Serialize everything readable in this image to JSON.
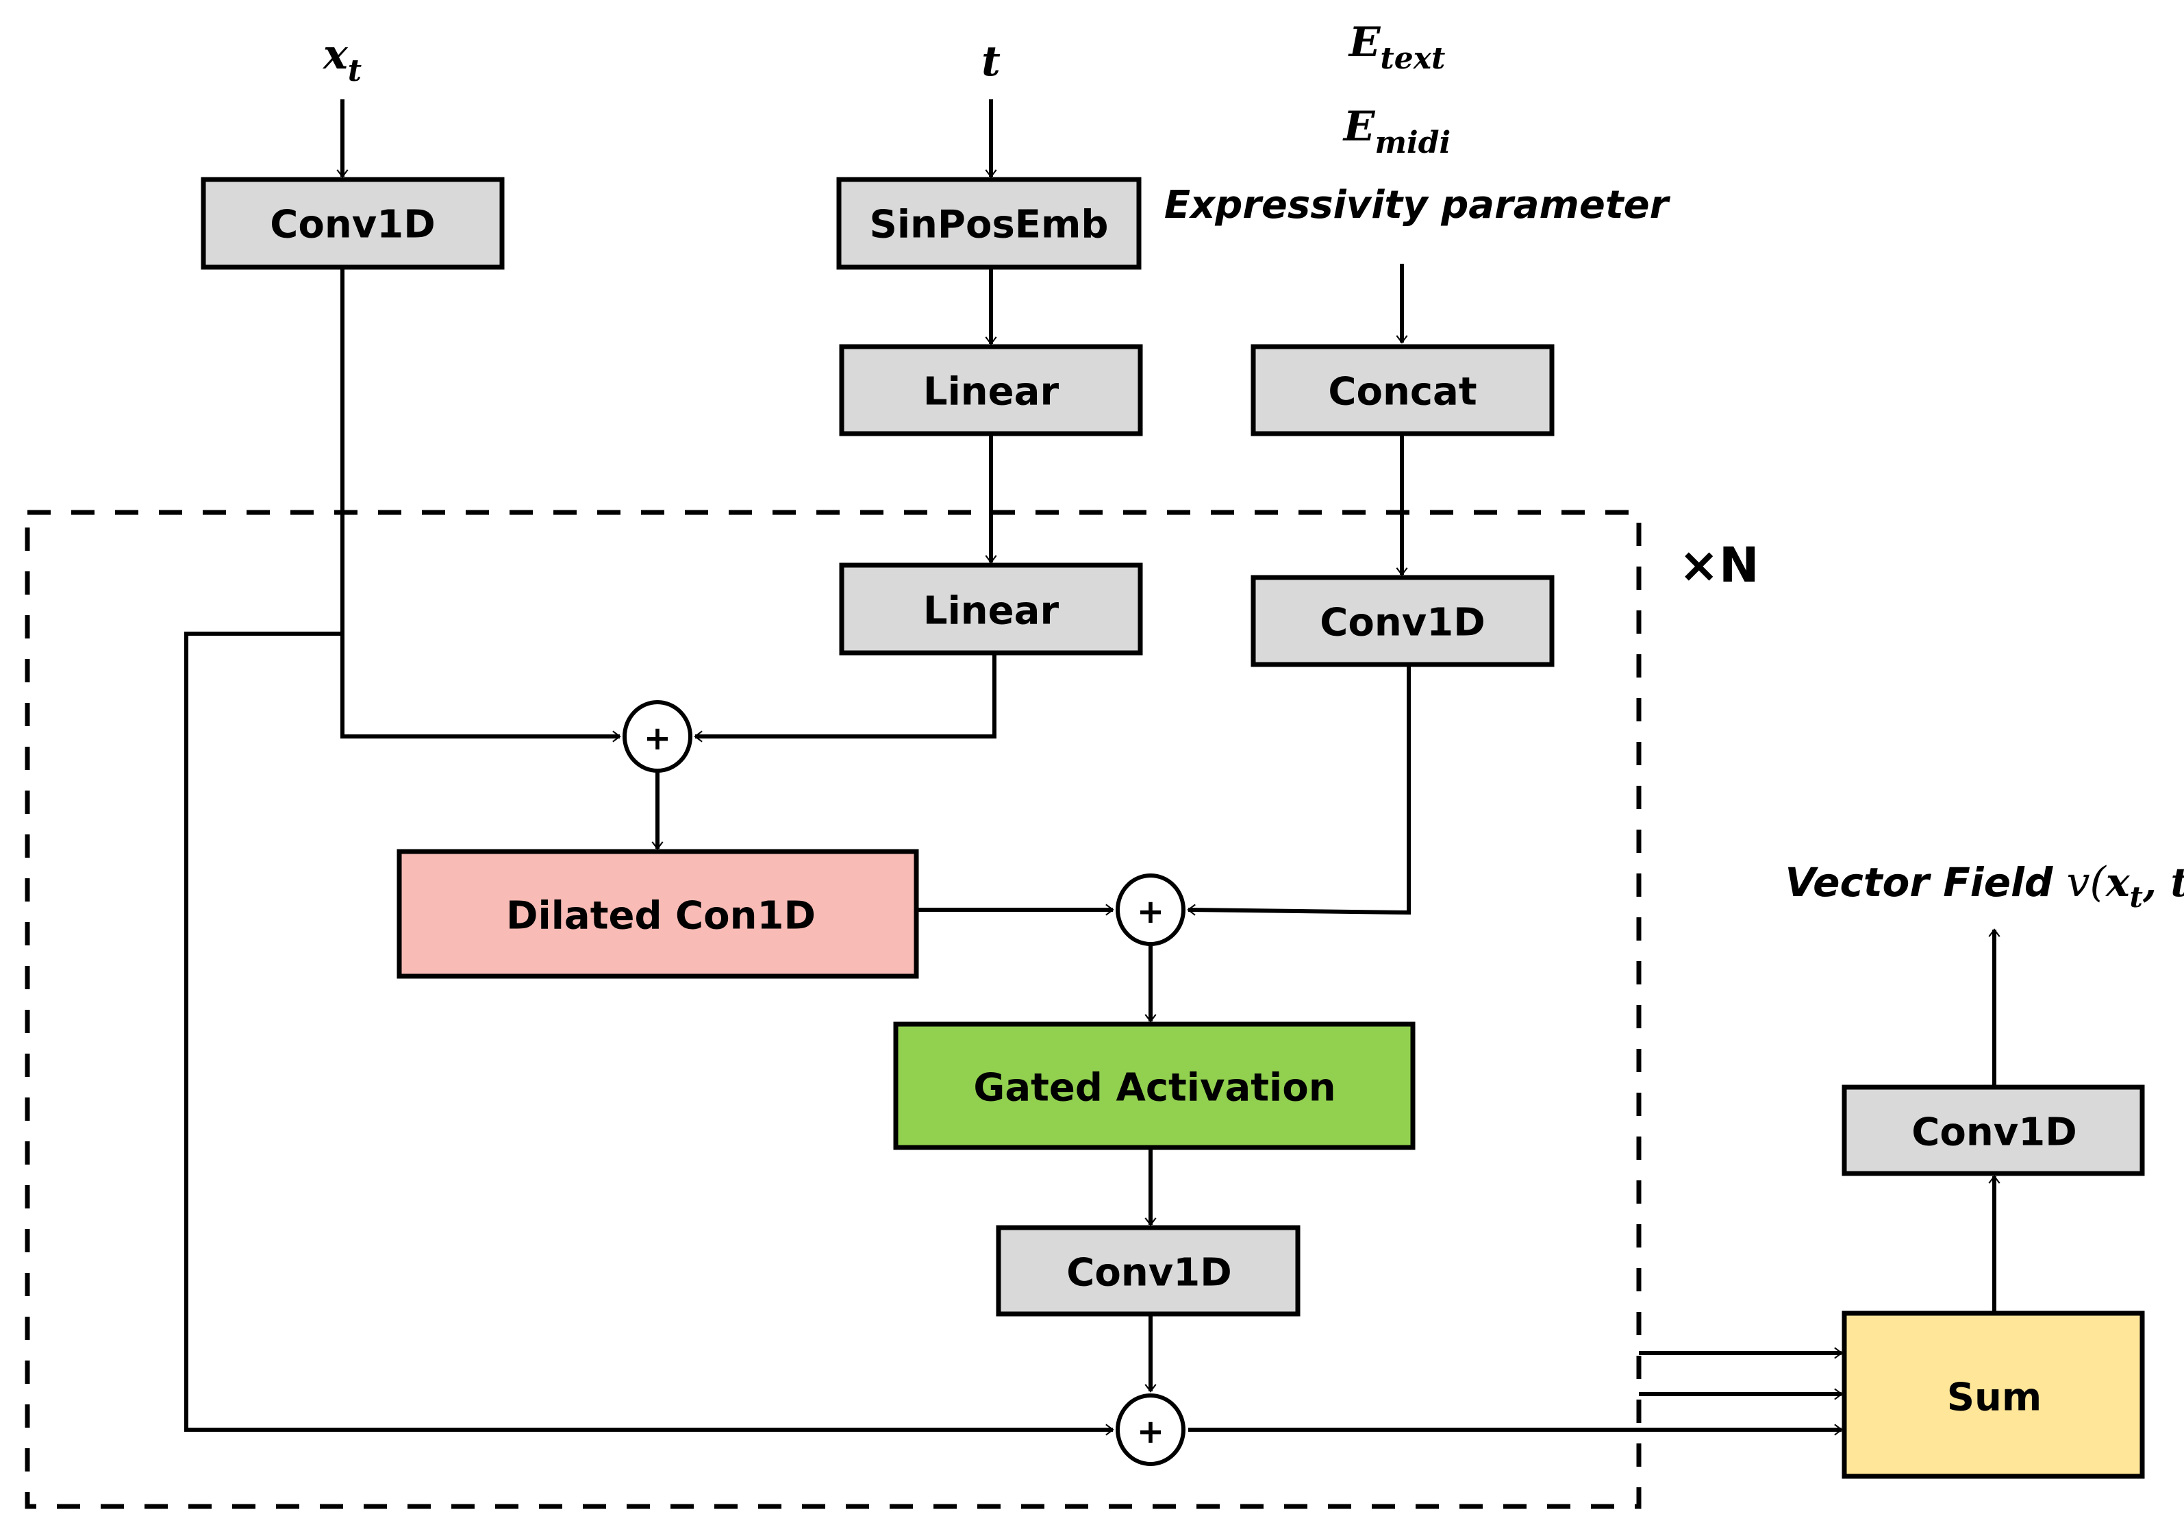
{
  "inputs": {
    "xt": {
      "base": "x",
      "sub": "t"
    },
    "t": "t",
    "e_text": {
      "base": "E",
      "sub": "text"
    },
    "e_midi": {
      "base": "E",
      "sub": "midi"
    },
    "expressivity": "Expressivity parameter"
  },
  "blocks": {
    "conv_input": "Conv1D",
    "sinposemb": "SinPosEmb",
    "linear_1": "Linear",
    "linear_2": "Linear",
    "concat": "Concat",
    "conv_cond": "Conv1D",
    "dilated": "Dilated Con1D",
    "gated": "Gated Activation",
    "conv_res": "Conv1D",
    "sum": "Sum",
    "conv_out": "Conv1D"
  },
  "repeat_label": "×N",
  "output": {
    "prefix": "Vector Field ",
    "func": "v(",
    "x": "x",
    "sub": "t",
    "rest": ", t)"
  },
  "plus_symbol": "+",
  "colors": {
    "gray_block": "#d9d9d9",
    "dilated_block": "#f8bbb6",
    "gated_block": "#92d050",
    "sum_block": "#ffe699"
  }
}
